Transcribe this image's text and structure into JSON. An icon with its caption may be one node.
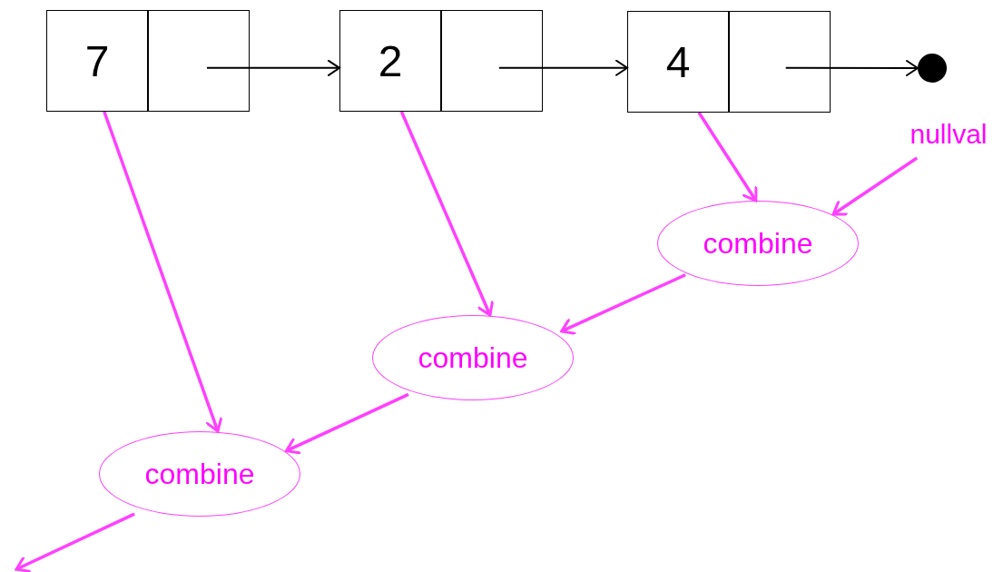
{
  "diagram": {
    "nodes": [
      {
        "text": [
          "7"
        ]
      },
      {
        "text": [],
        "shape": "box"
      },
      {
        "text": [
          "2"
        ]
      },
      {
        "text": [],
        "shape": "box"
      },
      {
        "text": [
          "4"
        ]
      },
      {
        "text": [],
        "shape": "box"
      },
      {
        "text": [],
        "shape": "circle"
      },
      {
        "text": [
          "nullval"
        ]
      },
      {
        "text": [
          "combine"
        ]
      },
      {
        "text": [
          "combine"
        ]
      },
      {
        "text": [
          "combine"
        ]
      }
    ],
    "edges": [
      {
        "from": 1,
        "to": 2,
        "arrow": "to",
        "color": "#000000"
      },
      {
        "from": 3,
        "to": 4,
        "arrow": "to",
        "color": "#000000"
      },
      {
        "from": 5,
        "to": 6,
        "arrow": "to",
        "color": "#000000"
      },
      {
        "from": 0,
        "to": 10,
        "arrow": "to"
      },
      {
        "from": 2,
        "to": 9,
        "arrow": "to"
      },
      {
        "from": 4,
        "to": 8,
        "arrow": "to"
      },
      {
        "from": 7,
        "to": 8,
        "arrow": "to"
      },
      {
        "from": 8,
        "to": 9,
        "arrow": "to"
      },
      {
        "from": 9,
        "to": 10,
        "arrow": "to"
      },
      {
        "from": 10,
        "to": null,
        "arrow": "to"
      }
    ]
  }
}
